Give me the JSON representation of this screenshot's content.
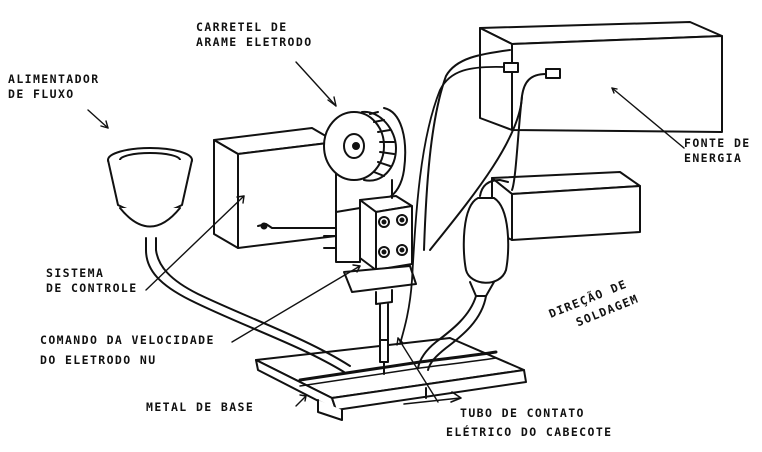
{
  "labels": {
    "carretel": [
      "CARRETEL DE",
      "ARAME ELETRODO"
    ],
    "alimentador": [
      "ALIMENTADOR",
      "DE FLUXO"
    ],
    "fonte": [
      "FONTE DE",
      "ENERGIA"
    ],
    "sistema": [
      "SISTEMA",
      "DE CONTROLE"
    ],
    "comando": [
      "COMANDO DA VELOCIDADE",
      "DO ELETRODO NU"
    ],
    "direcao": [
      "DIREÇÃO DE",
      "SOLDAGEM"
    ],
    "metal": "METAL DE BASE",
    "tubo": [
      "TUBO DE CONTATO",
      "ELÉTRICO DO CABECOTE"
    ]
  },
  "colors": {
    "ink": "#111111",
    "paper": "#ffffff"
  }
}
